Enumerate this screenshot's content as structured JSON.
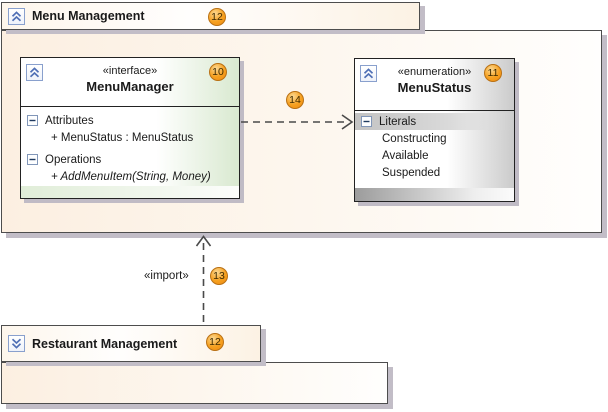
{
  "packages": {
    "menu": {
      "title": "Menu Management",
      "badge": "12",
      "state": "expanded"
    },
    "restaurant": {
      "title": "Restaurant Management",
      "badge": "12",
      "state": "collapsed"
    }
  },
  "interface_box": {
    "stereotype": "«interface»",
    "name": "MenuManager",
    "badge": "10",
    "attributes_label": "Attributes",
    "attributes": [
      "+ MenuStatus : MenuStatus"
    ],
    "operations_label": "Operations",
    "operations": [
      "+ AddMenuItem(String, Money)"
    ]
  },
  "enum_box": {
    "stereotype": "«enumeration»",
    "name": "MenuStatus",
    "badge": "11",
    "literals_label": "Literals",
    "literals": [
      "Constructing",
      "Available",
      "Suspended"
    ]
  },
  "connectors": {
    "dependency": {
      "badge": "14"
    },
    "import": {
      "badge": "13",
      "label": "«import»"
    }
  },
  "colors": {
    "badge_fill": "#f6a01f",
    "badge_border": "#b97013",
    "package_fill": "#fcefe1",
    "package_border": "#4d4d4d",
    "box_border": "#222222",
    "interface_tint": "#d9e9d0",
    "enum_tint": "#cbcbcb",
    "shadow": "#c2bdc7",
    "chevron_blue": "#4f6fb5",
    "connector": "#4a4a4a"
  }
}
